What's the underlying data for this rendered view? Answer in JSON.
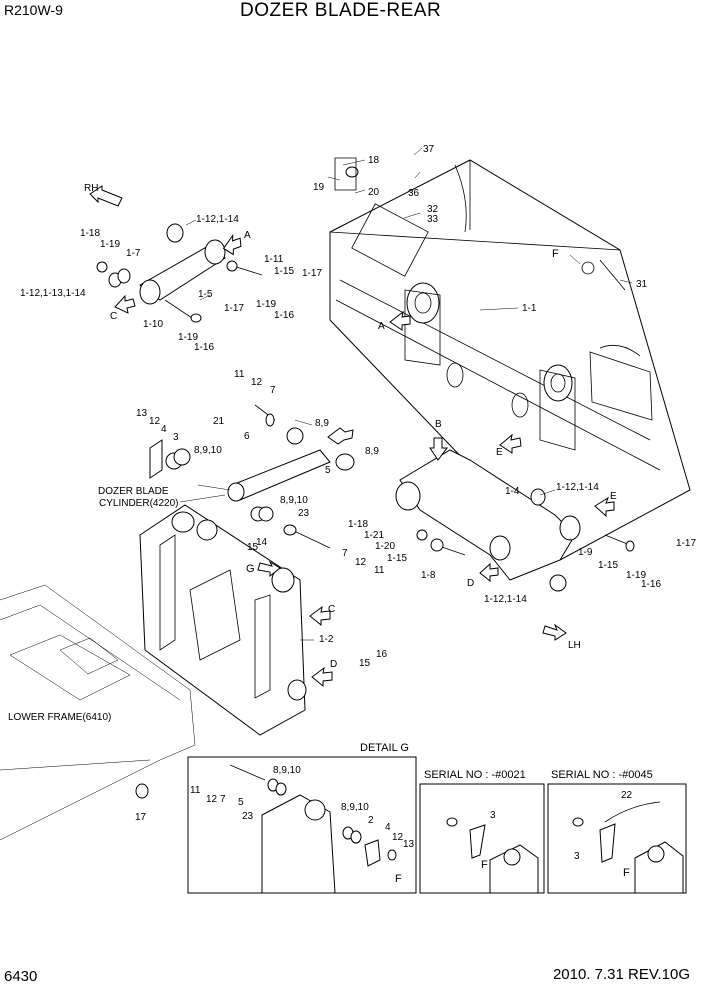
{
  "header": {
    "model": "R210W-9",
    "title": "DOZER BLADE-REAR"
  },
  "footer": {
    "page_number": "6430",
    "revision": "2010. 7.31  REV.10G"
  },
  "callouts": {
    "c18": "18",
    "c19": "19",
    "c20": "20",
    "c37": "37",
    "c36": "36",
    "c32": "32",
    "c33": "33",
    "cF1": "F",
    "c31": "31",
    "c1_1": "1-1",
    "c112_114_top": "1-12,1-14",
    "c1_18": "1-18",
    "c1_19": "1-19",
    "c1_7": "1-7",
    "c1_12_13_14": "1-12,1-13,1-14",
    "c1_11": "1-11",
    "c1_15a": "1-15",
    "c1_17a": "1-17",
    "c1_5": "1-5",
    "c1_17b": "1-17",
    "c1_19b": "1-19",
    "c1_16": "1-16",
    "c1_10": "1-10",
    "c1_19c": "1-19",
    "c1_16b": "1-16",
    "c11": "11",
    "c12": "12",
    "c7": "7",
    "c21": "21",
    "c6": "6",
    "c13": "13",
    "c12b": "12",
    "c4": "4",
    "c3": "3",
    "c8910a": "8,9,10",
    "c89a": "8,9",
    "c89b": "8,9",
    "c5": "5",
    "cylinder": "DOZER BLADE",
    "cylinder2": "CYLINDER(4220)",
    "c8910b": "8,9,10",
    "c23": "23",
    "c14": "14",
    "c15": "15",
    "c7b": "7",
    "c12c": "12",
    "c11b": "11",
    "c1_4": "1-4",
    "c1_12_14b": "1-12,1-14",
    "c1_18b": "1-18",
    "c1_21": "1-21",
    "c1_20": "1-20",
    "c1_15b": "1-15",
    "c1_8": "1-8",
    "c1_9": "1-9",
    "c1_15c": "1-15",
    "c1_17c": "1-17",
    "c1_19d": "1-19",
    "c1_16c": "1-16",
    "c1_12_14c": "1-12,1-14",
    "c1_2": "1-2",
    "c16": "16",
    "c15b": "15",
    "c17": "17",
    "lower_frame": "LOWER FRAME(6410)",
    "arrowA": "A",
    "arrowA2": "A",
    "arrowB": "B",
    "arrowC": "C",
    "arrowC2": "C",
    "arrowD": "D",
    "arrowD2": "D",
    "arrowE": "E",
    "arrowE2": "E",
    "arrowG": "G",
    "rh": "RH",
    "lh": "LH"
  },
  "detail_g": {
    "title": "DETAIL G",
    "c11": "11",
    "c12": "12",
    "c7": "7",
    "c5": "5",
    "c8910a": "8,9,10",
    "c23": "23",
    "c8910b": "8,9,10",
    "c2": "2",
    "c4": "4",
    "c12b": "12",
    "c13": "13",
    "cF": "F"
  },
  "serial_1": {
    "title": "SERIAL NO : -#0021",
    "c3": "3",
    "cF": "F"
  },
  "serial_2": {
    "title": "SERIAL NO : -#0045",
    "c22": "22",
    "c3": "3",
    "cF": "F"
  }
}
